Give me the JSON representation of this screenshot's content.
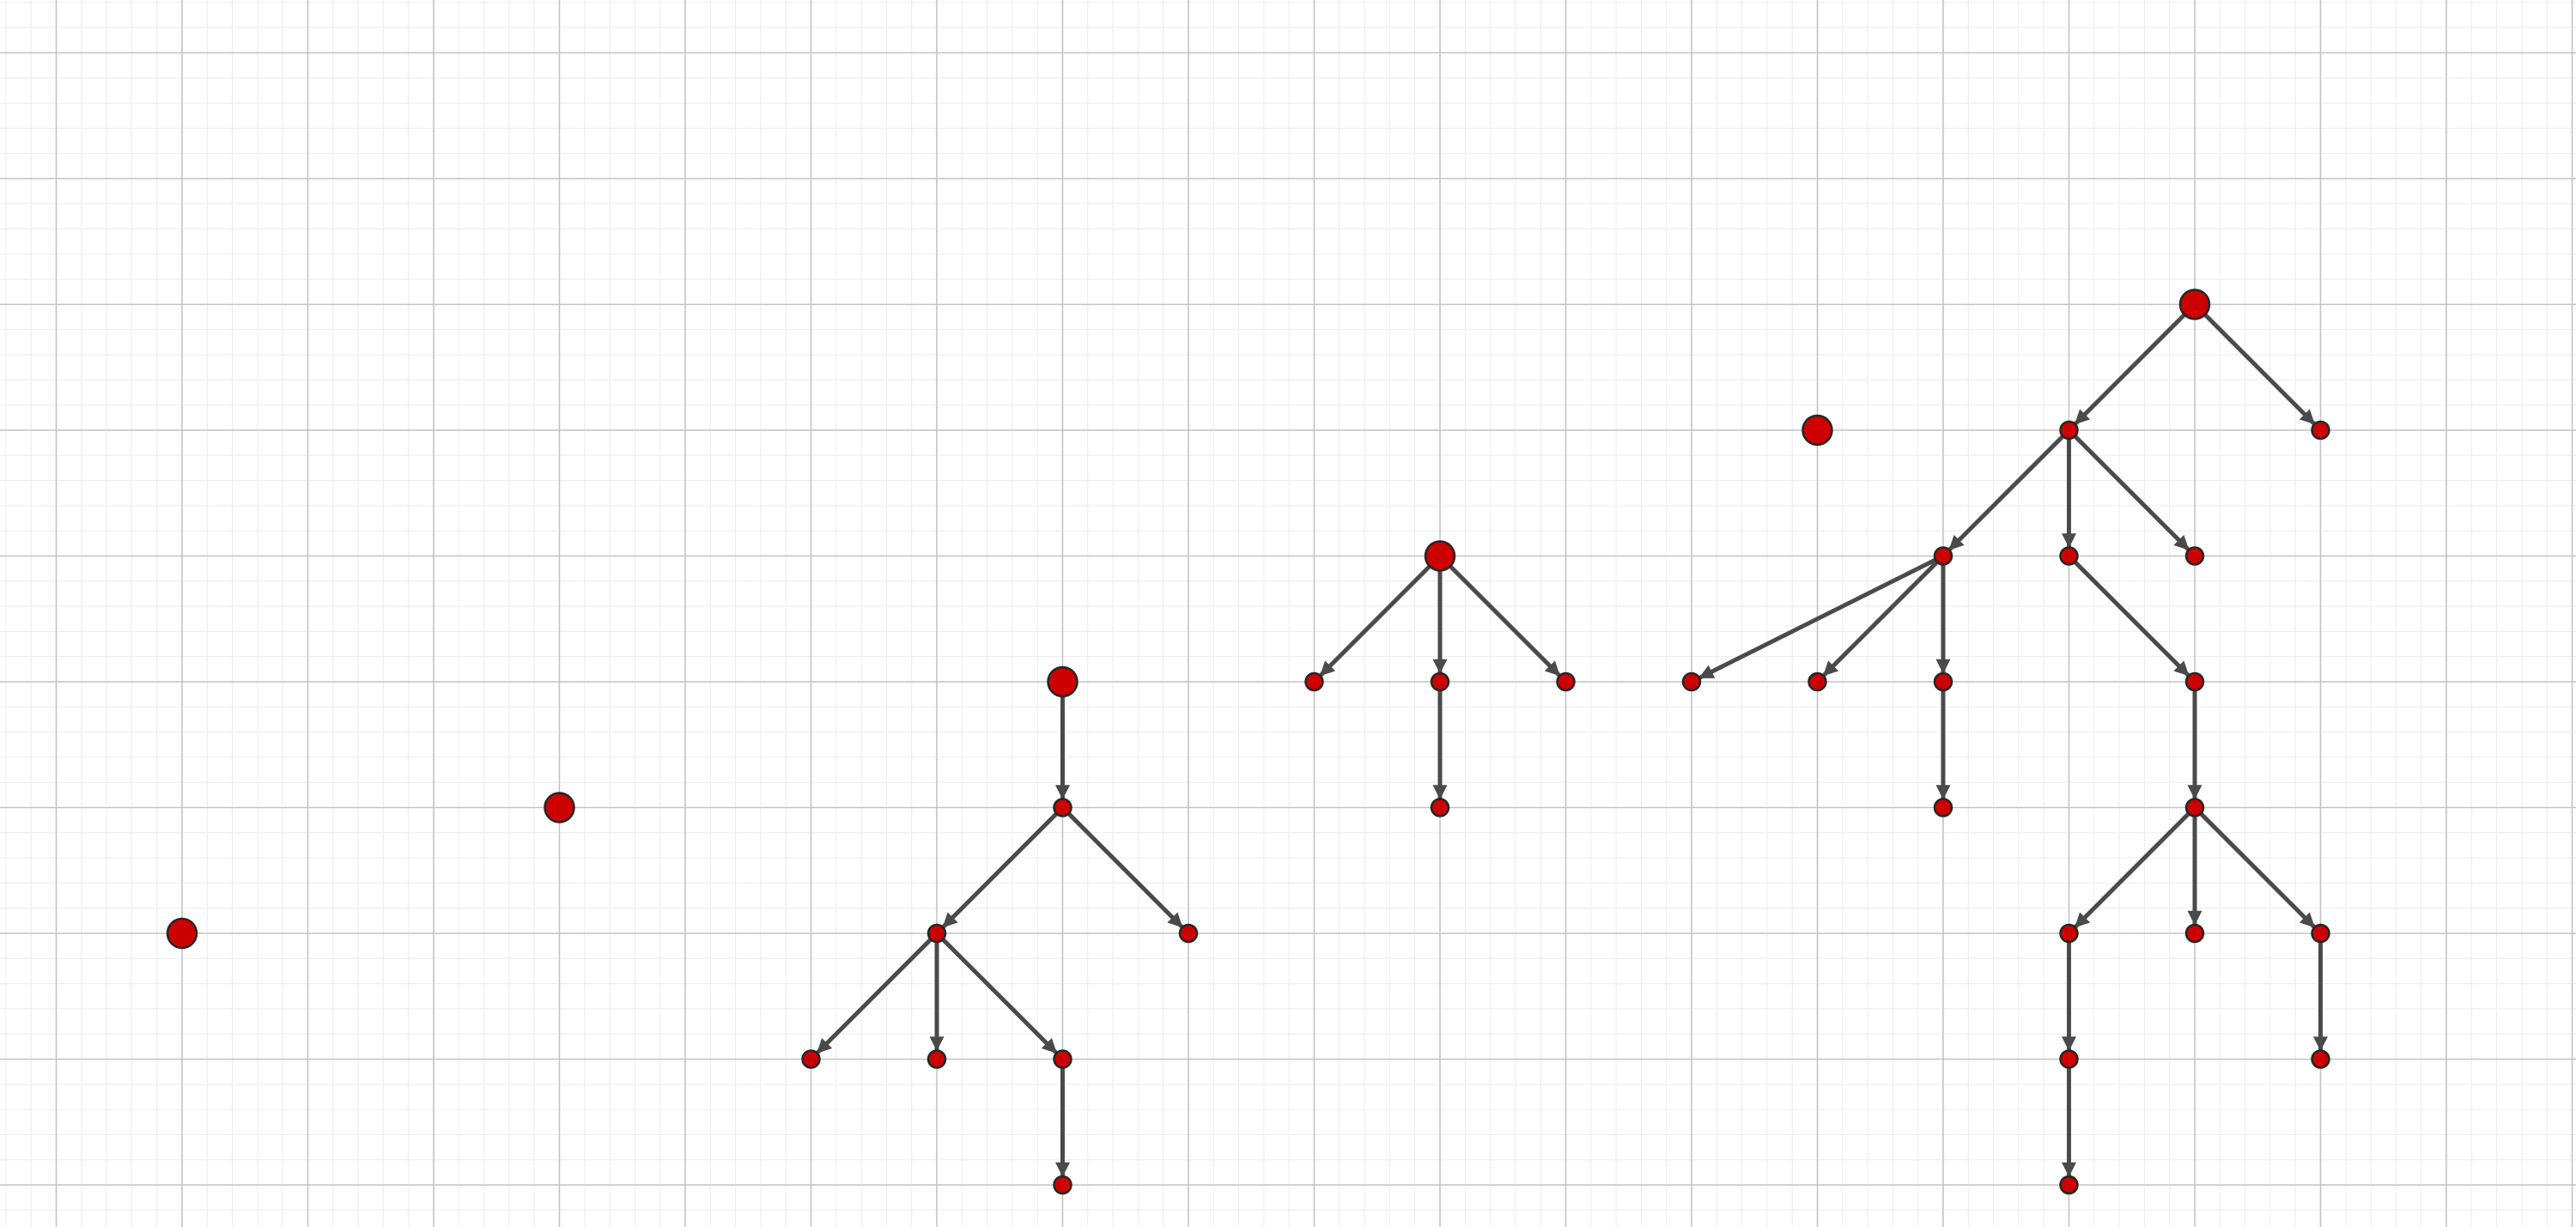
{
  "diagram": {
    "colors": {
      "node_fill": "#cc0000",
      "node_stroke": "#262626",
      "edge": "#4a4a4a",
      "grid_minor": "#ececec",
      "grid_major": "#c4c4c4",
      "background": "#ffffff"
    },
    "grid": {
      "visible": true,
      "minor_divisions": 5
    },
    "nodes": [
      {
        "id": "iso1",
        "col": 0,
        "row": 6,
        "root": true
      },
      {
        "id": "iso2",
        "col": 3,
        "row": 5,
        "root": true
      },
      {
        "id": "iso3",
        "col": 13,
        "row": 2,
        "root": true
      },
      {
        "id": "a0",
        "col": 7,
        "row": 4,
        "root": true
      },
      {
        "id": "a1",
        "col": 7,
        "row": 5
      },
      {
        "id": "a2",
        "col": 6,
        "row": 6
      },
      {
        "id": "a3",
        "col": 8,
        "row": 6
      },
      {
        "id": "a4",
        "col": 5,
        "row": 7
      },
      {
        "id": "a5",
        "col": 6,
        "row": 7
      },
      {
        "id": "a6",
        "col": 7,
        "row": 7
      },
      {
        "id": "a7",
        "col": 7,
        "row": 8
      },
      {
        "id": "b0",
        "col": 10,
        "row": 3,
        "root": true
      },
      {
        "id": "b1",
        "col": 9,
        "row": 4
      },
      {
        "id": "b2",
        "col": 10,
        "row": 4
      },
      {
        "id": "b3",
        "col": 11,
        "row": 4
      },
      {
        "id": "b4",
        "col": 10,
        "row": 5
      },
      {
        "id": "c0",
        "col": 16,
        "row": 1,
        "root": true
      },
      {
        "id": "c1",
        "col": 15,
        "row": 2
      },
      {
        "id": "c2",
        "col": 17,
        "row": 2
      },
      {
        "id": "c3",
        "col": 14,
        "row": 3
      },
      {
        "id": "c4",
        "col": 15,
        "row": 3
      },
      {
        "id": "c5",
        "col": 16,
        "row": 3
      },
      {
        "id": "c6",
        "col": 12,
        "row": 4
      },
      {
        "id": "c7",
        "col": 13,
        "row": 4
      },
      {
        "id": "c8",
        "col": 14,
        "row": 4
      },
      {
        "id": "c9",
        "col": 16,
        "row": 4
      },
      {
        "id": "c10",
        "col": 14,
        "row": 5
      },
      {
        "id": "c11",
        "col": 16,
        "row": 5
      },
      {
        "id": "c12",
        "col": 15,
        "row": 6
      },
      {
        "id": "c13",
        "col": 16,
        "row": 6
      },
      {
        "id": "c14",
        "col": 17,
        "row": 6
      },
      {
        "id": "c15",
        "col": 15,
        "row": 7
      },
      {
        "id": "c16",
        "col": 17,
        "row": 7
      },
      {
        "id": "c17",
        "col": 15,
        "row": 8
      }
    ],
    "edges": [
      [
        "a0",
        "a1"
      ],
      [
        "a1",
        "a2"
      ],
      [
        "a1",
        "a3"
      ],
      [
        "a2",
        "a4"
      ],
      [
        "a2",
        "a5"
      ],
      [
        "a2",
        "a6"
      ],
      [
        "a6",
        "a7"
      ],
      [
        "b0",
        "b1"
      ],
      [
        "b0",
        "b2"
      ],
      [
        "b0",
        "b3"
      ],
      [
        "b2",
        "b4"
      ],
      [
        "c0",
        "c1"
      ],
      [
        "c0",
        "c2"
      ],
      [
        "c1",
        "c3"
      ],
      [
        "c1",
        "c4"
      ],
      [
        "c1",
        "c5"
      ],
      [
        "c3",
        "c6"
      ],
      [
        "c3",
        "c7"
      ],
      [
        "c3",
        "c8"
      ],
      [
        "c8",
        "c10"
      ],
      [
        "c4",
        "c9"
      ],
      [
        "c9",
        "c11"
      ],
      [
        "c11",
        "c12"
      ],
      [
        "c11",
        "c13"
      ],
      [
        "c11",
        "c14"
      ],
      [
        "c12",
        "c15"
      ],
      [
        "c15",
        "c17"
      ],
      [
        "c14",
        "c16"
      ]
    ]
  }
}
